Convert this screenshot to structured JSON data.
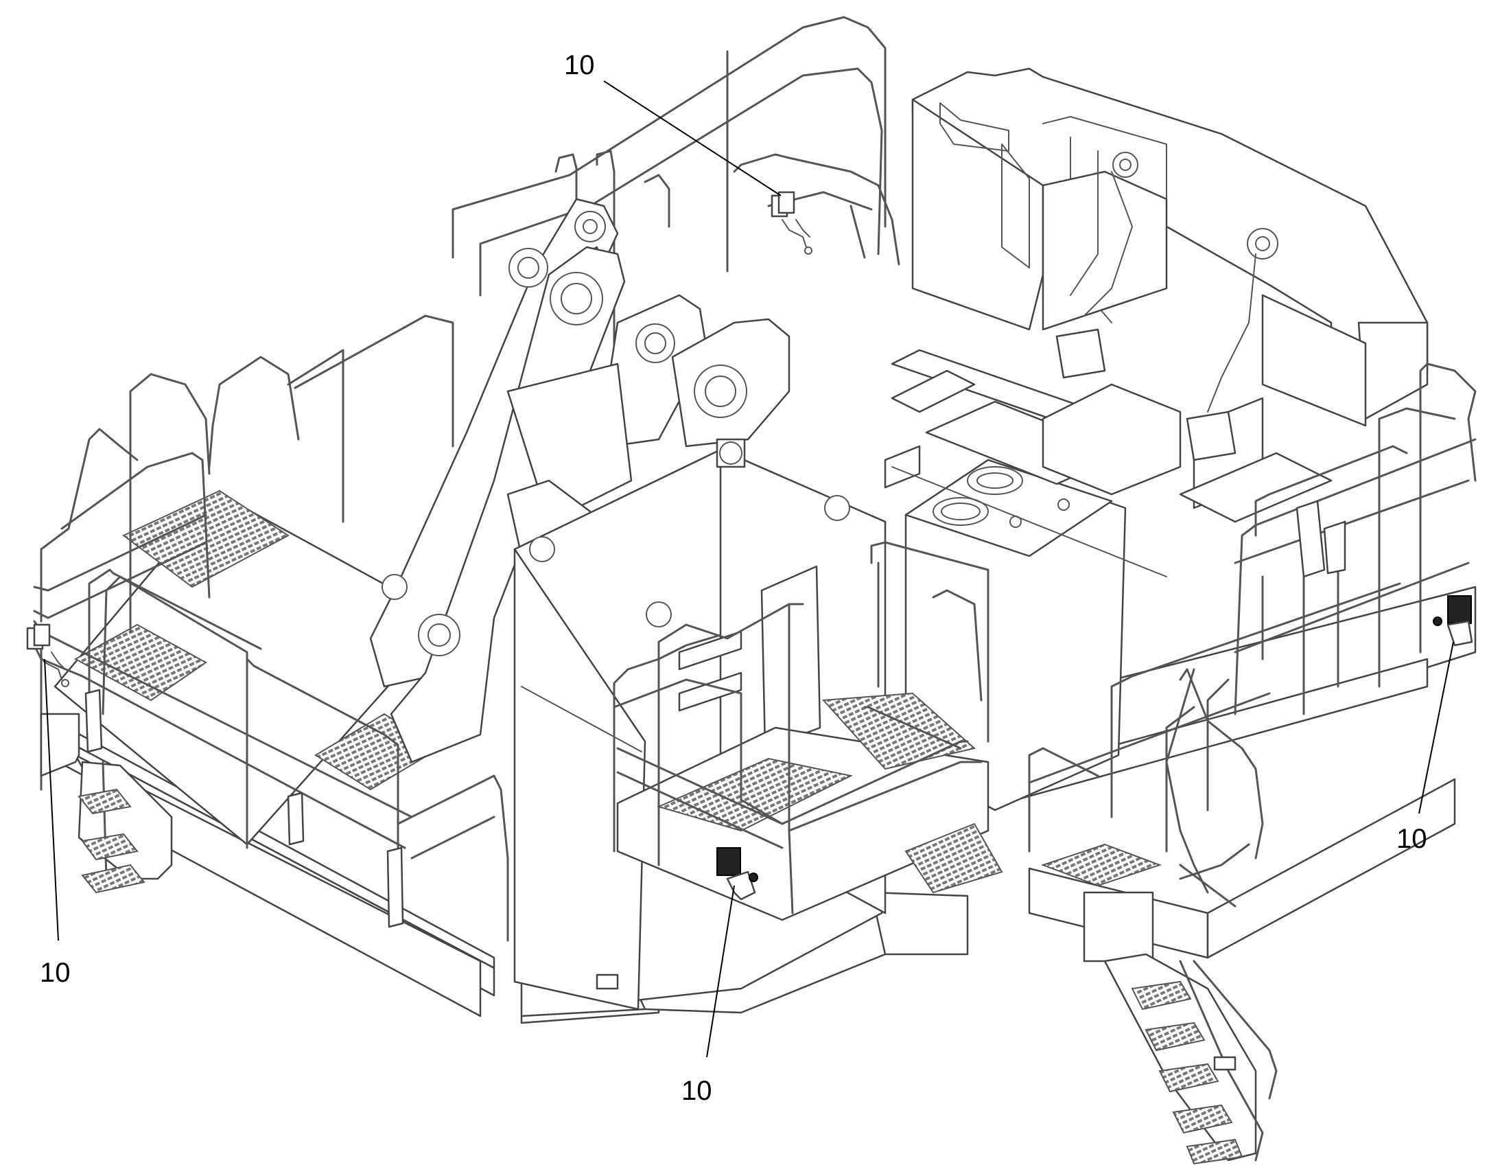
{
  "diagram": {
    "callouts": [
      {
        "id": "callout-top",
        "label": "10"
      },
      {
        "id": "callout-left",
        "label": "10"
      },
      {
        "id": "callout-bottom",
        "label": "10"
      },
      {
        "id": "callout-right",
        "label": "10"
      }
    ]
  }
}
